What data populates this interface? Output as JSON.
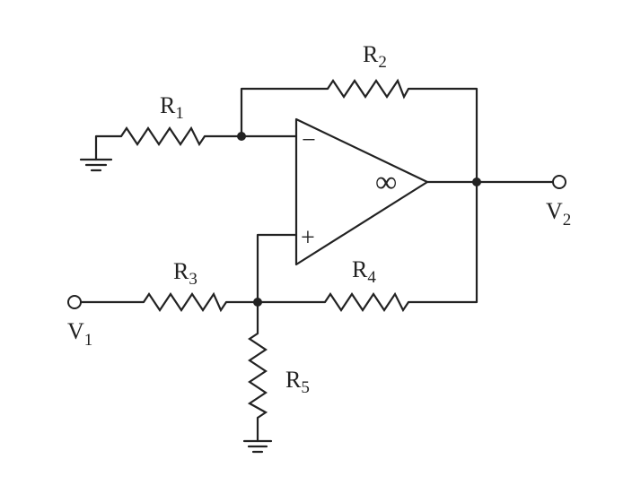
{
  "components": {
    "R1": {
      "letter": "R",
      "index": "1"
    },
    "R2": {
      "letter": "R",
      "index": "2"
    },
    "R3": {
      "letter": "R",
      "index": "3"
    },
    "R4": {
      "letter": "R",
      "index": "4"
    },
    "R5": {
      "letter": "R",
      "index": "5"
    }
  },
  "terminals": {
    "V1": {
      "letter": "V",
      "index": "1"
    },
    "V2": {
      "letter": "V",
      "index": "2"
    }
  },
  "opamp": {
    "inverting_sign": "−",
    "noninverting_sign": "+",
    "gain_symbol": "∞"
  }
}
